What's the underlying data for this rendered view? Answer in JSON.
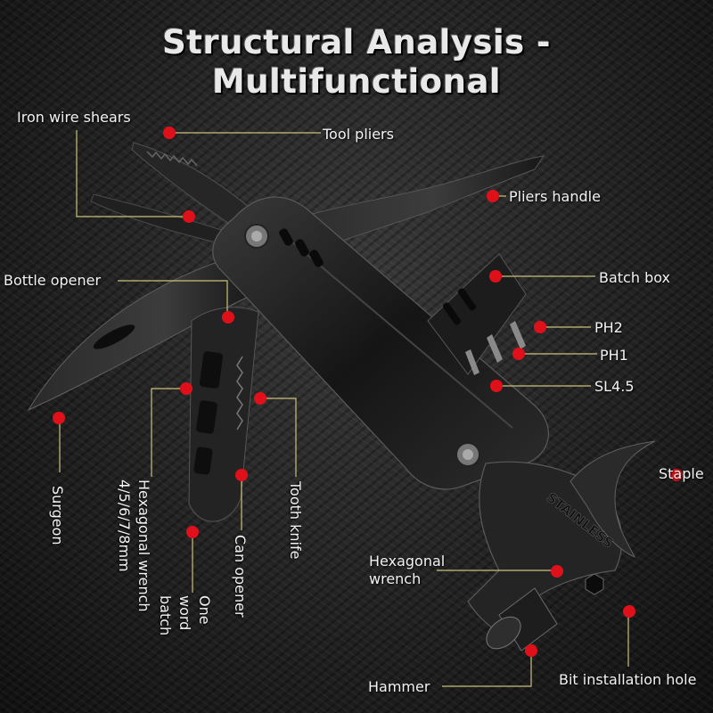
{
  "title": {
    "line1": "Structural Analysis -",
    "line2": "Multifunctional"
  },
  "labels": {
    "iron_wire_shears": "Iron wire shears",
    "tool_pliers": "Tool pliers",
    "pliers_handle": "Pliers handle",
    "bottle_opener": "Bottle opener",
    "batch_box": "Batch box",
    "ph2": "PH2",
    "ph1": "PH1",
    "sl45": "SL4.5",
    "staple": "Staple",
    "surgeon": "Surgeon",
    "hex_wrench_sizes": "Hexagonal wrench 4/5/6/7/8mm",
    "tooth_knife": "Tooth knife",
    "can_opener": "Can opener",
    "one_word_batch": "One word batch",
    "hexagonal_wrench_l1": "Hexagonal",
    "hexagonal_wrench_l2": "wrench",
    "hammer": "Hammer",
    "bit_installation_hole": "Bit installation hole",
    "stamp": "STAINLESS"
  },
  "colors": {
    "marker": "#e0101a",
    "leader": "#c9c27a",
    "text": "#f2f2f2",
    "tool_dark": "#1b1b1b",
    "tool_highlight": "#4a4a4a"
  }
}
